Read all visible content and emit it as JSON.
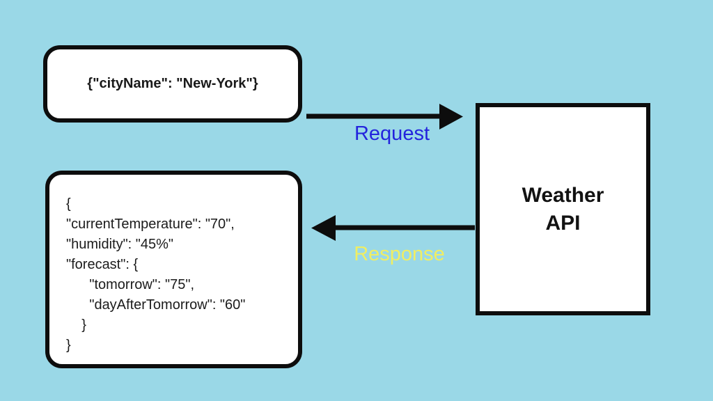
{
  "diagram": {
    "background_color": "#9ad8e7",
    "request_box": {
      "payload": "{\"cityName\": \"New-York\"}"
    },
    "api_box": {
      "title_line1": "Weather",
      "title_line2": "API"
    },
    "request_arrow": {
      "label": "Request",
      "label_color": "#2323dd",
      "direction": "right"
    },
    "response_arrow": {
      "label": "Response",
      "label_color": "#f0ee63",
      "direction": "left"
    },
    "response_box": {
      "lines": [
        "{",
        "\"currentTemperature\": \"70\",",
        "\"humidity\": \"45%\"",
        "\"forecast\": {",
        "      \"tomorrow\": \"75\",",
        "      \"dayAfterTomorrow\": \"60\"",
        "    }",
        "}"
      ]
    }
  }
}
